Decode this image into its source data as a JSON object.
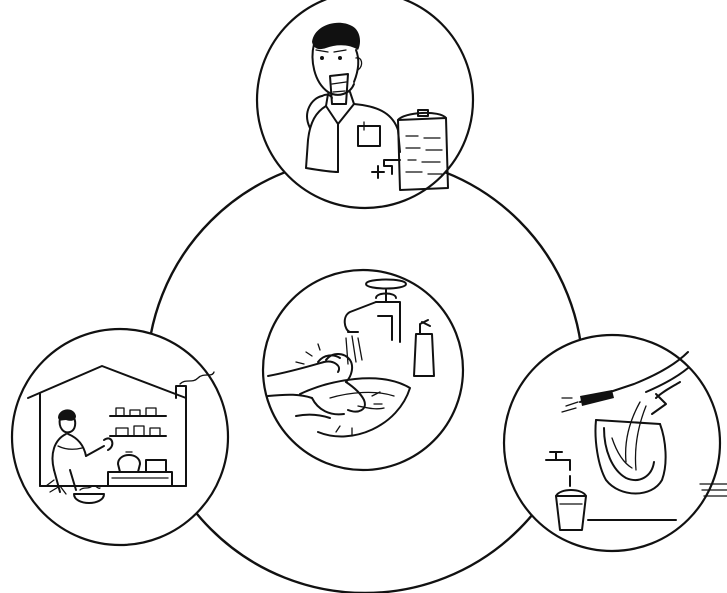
{
  "diagram": {
    "type": "hygiene-cycle-illustration",
    "center_topic": "handwashing",
    "scenes": [
      {
        "id": "drinking-water",
        "icon": "person-drinking-water-icon"
      },
      {
        "id": "handwashing",
        "icon": "handwashing-under-tap-icon"
      },
      {
        "id": "cooking",
        "icon": "woman-cooking-in-kitchen-icon"
      },
      {
        "id": "toilet-cleaning",
        "icon": "cleaning-toilet-icon"
      }
    ],
    "colors": {
      "ink": "#111111",
      "background": "#ffffff"
    }
  }
}
